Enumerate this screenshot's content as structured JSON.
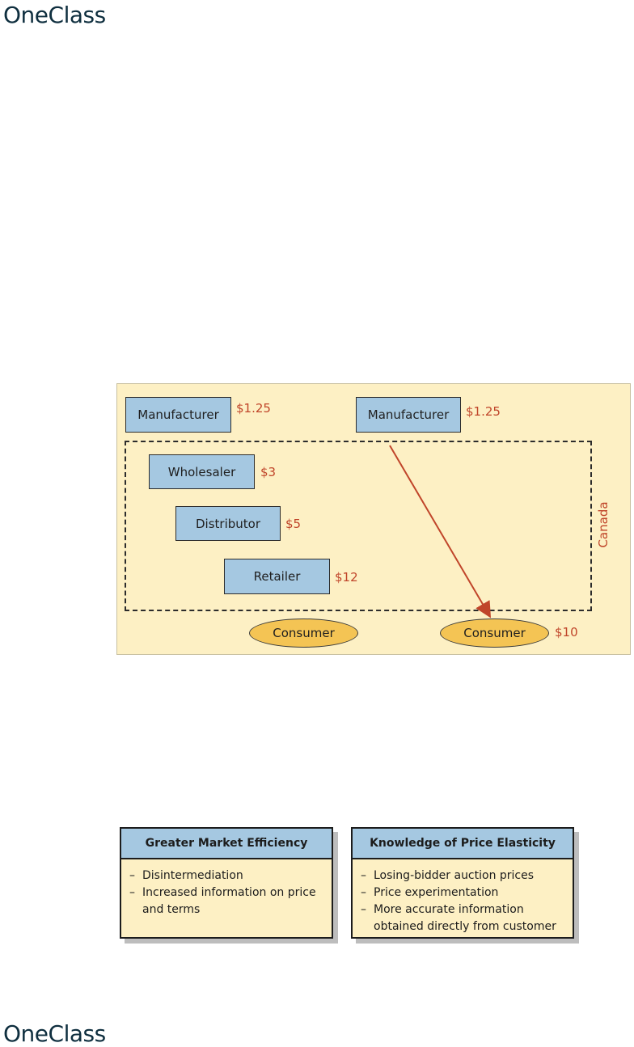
{
  "header": {
    "logo": "OneClass"
  },
  "footer": {
    "logo": "OneClass"
  },
  "diagram": {
    "left_channel": {
      "manufacturer": {
        "label": "Manufacturer",
        "price": "$1.25"
      },
      "wholesaler": {
        "label": "Wholesaler",
        "price": "$3"
      },
      "distributor": {
        "label": "Distributor",
        "price": "$5"
      },
      "retailer": {
        "label": "Retailer",
        "price": "$12"
      },
      "consumer": {
        "label": "Consumer"
      }
    },
    "right_channel": {
      "manufacturer": {
        "label": "Manufacturer",
        "price": "$1.25"
      },
      "consumer": {
        "label": "Consumer",
        "price": "$10"
      }
    },
    "region_label": "Canada",
    "colors": {
      "box": "#a5c8e1",
      "panel": "#fdf0c4",
      "price": "#c0452a",
      "consumer": "#f4c454"
    }
  },
  "cards": [
    {
      "title": "Greater Market Efficiency",
      "items": [
        "Disintermediation",
        "Increased information on price and terms"
      ]
    },
    {
      "title": "Knowledge of Price Elasticity",
      "items": [
        "Losing-bidder auction prices",
        "Price experimentation",
        "More accurate information obtained directly from customer"
      ]
    }
  ]
}
